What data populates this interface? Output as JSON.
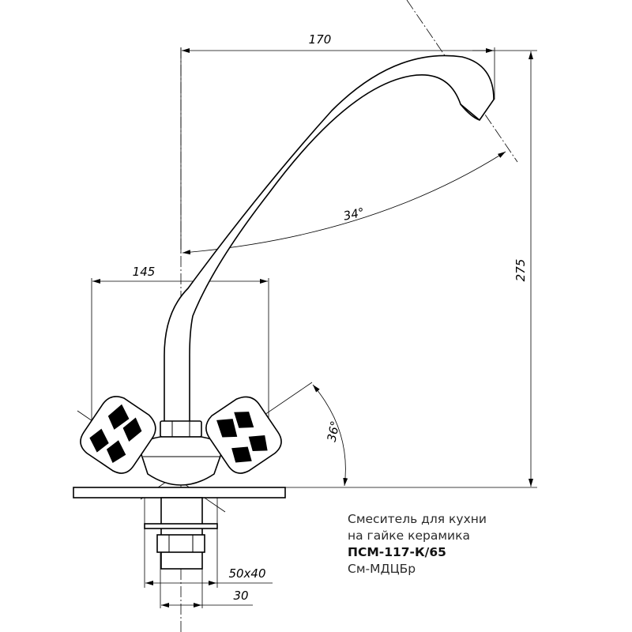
{
  "drawing": {
    "dimensions": {
      "spout_reach": "170",
      "handle_span": "145",
      "height": "275",
      "swivel_angle": "34°",
      "handle_angle": "36°",
      "nut_size": "50x40",
      "shank_diameter": "30"
    }
  },
  "caption": {
    "line1": "Смеситель для кухни",
    "line2": "на гайке керамика",
    "model": "ПСМ-117-К/65",
    "material": "См-МДЦБр"
  },
  "colors": {
    "line": "#000000",
    "text": "#2b2b2b"
  }
}
